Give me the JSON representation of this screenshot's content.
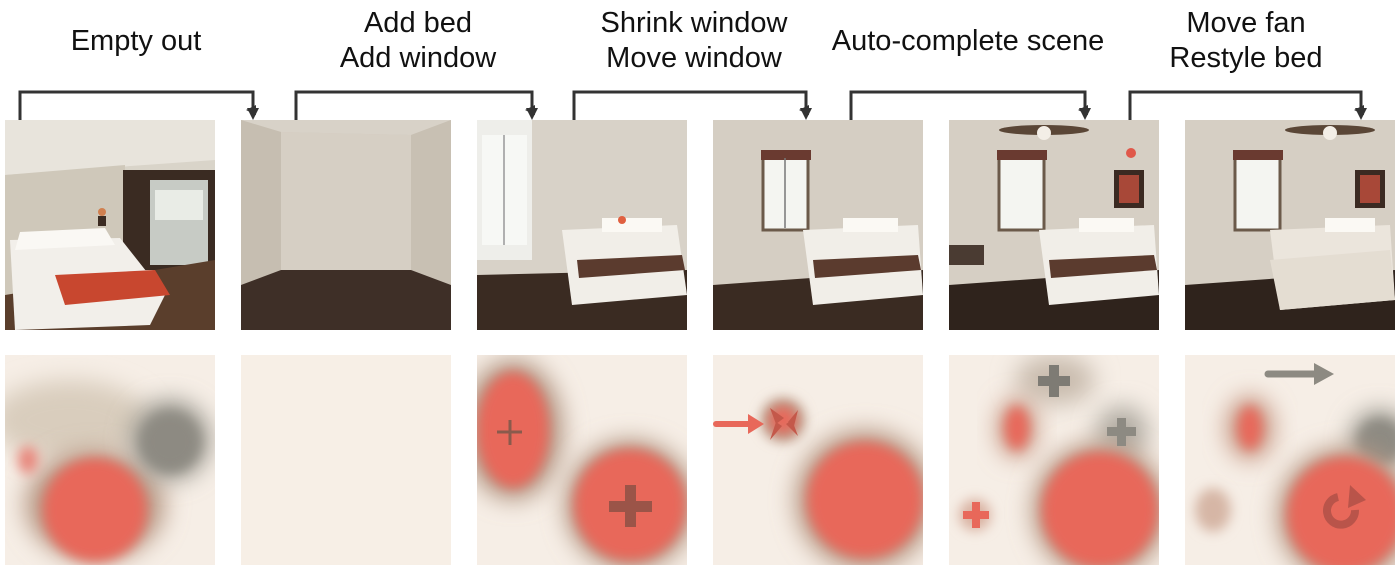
{
  "steps": [
    {
      "lines": [
        "Empty out"
      ]
    },
    {
      "lines": [
        "Add bed",
        "Add window"
      ]
    },
    {
      "lines": [
        "Shrink window",
        "Move window"
      ]
    },
    {
      "lines": [
        "Auto-complete scene"
      ]
    },
    {
      "lines": [
        "Move fan",
        "Restyle bed"
      ]
    }
  ],
  "scenes": [
    {
      "id": "original-bedroom",
      "content": "bedroom with bed, red runner, balcony door, lamp"
    },
    {
      "id": "empty-room",
      "content": "empty room"
    },
    {
      "id": "bed-and-window",
      "content": "bed added, large window added"
    },
    {
      "id": "small-window",
      "content": "window shrunk and moved"
    },
    {
      "id": "completed-scene",
      "content": "ceiling fan, wall art, furniture added"
    },
    {
      "id": "restyled",
      "content": "fan moved, bed restyled"
    }
  ],
  "icons": [
    "add-icon",
    "shrink-icon",
    "move-arrow-icon",
    "restyle-icon"
  ],
  "colors": {
    "accent": "#e8685a",
    "neutral_blob": "#8d8a82",
    "background_blob": "#f6eee6",
    "arrow": "#333333"
  }
}
